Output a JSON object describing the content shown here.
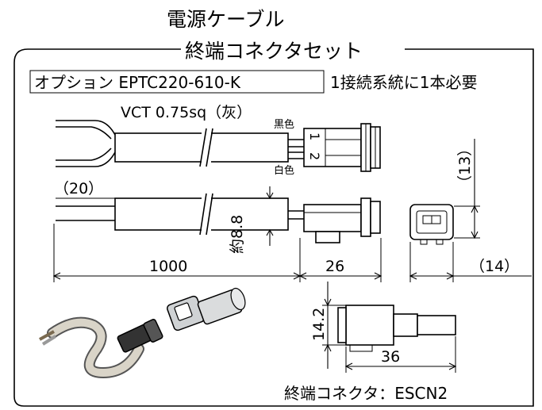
{
  "title": {
    "line1": "電源ケーブル",
    "line2": "終端コネクタセット"
  },
  "option": {
    "label": "オプション EPTC220-610-K",
    "note": "1接続系統に1本必要"
  },
  "cable": {
    "spec": "VCT 0.75sq（灰）",
    "wire_black": "黒色",
    "wire_white": "白色",
    "pin1": "1",
    "pin2": "2"
  },
  "dimensions": {
    "strip_length": "（20）",
    "cable_length": "1000",
    "diameter": "約8.8",
    "connector_length": "26",
    "face_height": "（13）",
    "face_width": "（14）",
    "terminator_height": "14.2",
    "terminator_length": "36"
  },
  "terminator": {
    "label": "終端コネクタ：ESCN2"
  },
  "colors": {
    "line": "#000000",
    "background": "#ffffff"
  }
}
